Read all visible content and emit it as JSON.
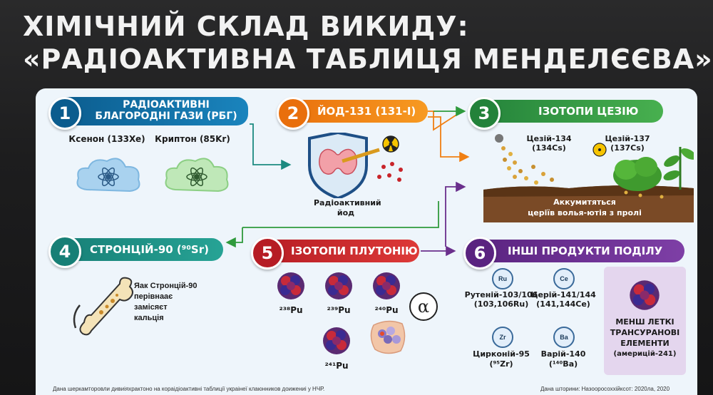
{
  "headline": {
    "line1": "ХІМІЧНИЙ СКЛАД ВИКИДУ:",
    "line2": "«РАДІОАКТИВНА ТАБЛИЦЯ МЕНДЕЛЄЄВА»"
  },
  "s1": {
    "num": "1",
    "title1": "РАДІОАКТИВНІ",
    "title2": "БЛАГОРОДНІ ГАЗИ (РБГ)",
    "xenon": "Ксенон (133Xe)",
    "krypton": "Криптон (85Kr)"
  },
  "s2": {
    "num": "2",
    "title": "ЙОД-131 (131-I)",
    "caption1": "Радіоактивний",
    "caption2": "йод"
  },
  "s3": {
    "num": "3",
    "title": "ІЗОТОПИ ЦЕЗІЮ",
    "cs134a": "Цезій-134",
    "cs134b": "(134Cs)",
    "cs137a": "Цезій-137",
    "cs137b": "(137Cs)",
    "soil1": "Аккумитяться",
    "soil2": "церіїв волья-ютія з пролі"
  },
  "s4": {
    "num": "4",
    "title": "СТРОНЦІЙ-90 (⁹⁰Sr)",
    "t1": "Яак Стронцій-90",
    "t2": "перівнаає",
    "t3": "замісяєт",
    "t4": "кальція"
  },
  "s5": {
    "num": "5",
    "title": "ІЗОТОПИ ПЛУТОНІЮ",
    "pu238": "²³⁸Pu",
    "pu239": "²³⁹Pu",
    "pu240": "²⁴⁰Pu",
    "pu241": "²⁴¹Pu",
    "alpha": "α"
  },
  "s6": {
    "num": "6",
    "title": "ІНШІ ПРОДУКТИ ПОДІЛУ",
    "ru": "Ru",
    "ruA": "Рутеній-103/106",
    "ruB": "(103,106Ru)",
    "ce": "Ce",
    "ceA": "Церій-141/144",
    "ceB": "(141,144Ce)",
    "zr": "Zr",
    "zrA": "Цирконій-95",
    "zrB": "(⁹⁵Zr)",
    "ba": "Ba",
    "baA": "Варій-140",
    "baB": "(¹⁴⁰Ba)",
    "tr1": "МЕНШ ЛЕТКІ",
    "tr2": "ТРАНСУРАНОВІ",
    "tr3": "ЕЛЕМЕНТИ",
    "tr4": "(америцій-241)"
  },
  "footer": {
    "left": "Дана шеркамторовли дивиіяхрактоно на кораідіоактивні таблиції украінеї клаюнников доижениі у НЧР.",
    "right": "Дана шторини: Назооросоххійксот: 2020ла, 2020"
  },
  "colors": {
    "blue": "#0f6fa8",
    "orange": "#f07f12",
    "green": "#2f9a3c",
    "teal": "#1b8a80",
    "red": "#c8242a",
    "purple": "#6a2f8c"
  }
}
